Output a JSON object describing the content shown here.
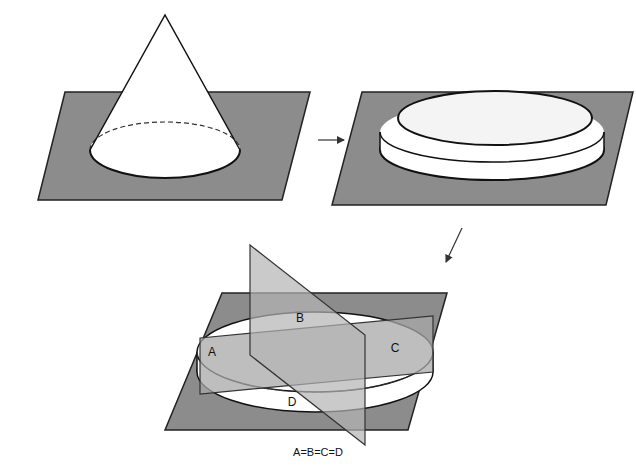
{
  "diagram": {
    "caption": "A=B=C=D",
    "labels": [
      "A",
      "B",
      "C",
      "D"
    ]
  }
}
